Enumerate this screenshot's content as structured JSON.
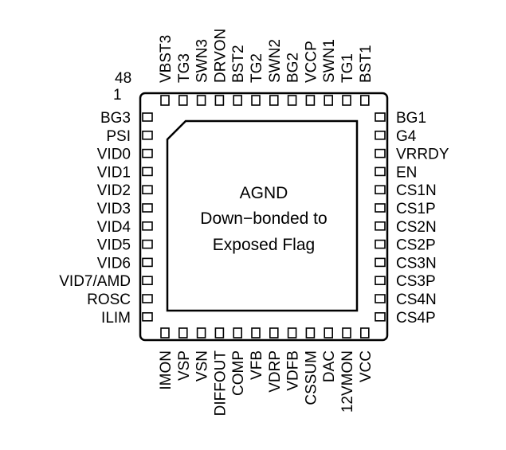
{
  "corner_labels": {
    "pin48": "48",
    "pin1": "1"
  },
  "center_text": {
    "line1": "AGND",
    "line2": "Down−bonded to",
    "line3": "Exposed Flag"
  },
  "pins": {
    "left": [
      "BG3",
      "PSI",
      "VID0",
      "VID1",
      "VID2",
      "VID3",
      "VID4",
      "VID5",
      "VID6",
      "VID7/AMD",
      "ROSC",
      "ILIM"
    ],
    "right": [
      "BG1",
      "G4",
      "VRRDY",
      "EN",
      "CS1N",
      "CS1P",
      "CS2N",
      "CS2P",
      "CS3N",
      "CS3P",
      "CS4N",
      "CS4P"
    ],
    "top": [
      "VBST3",
      "TG3",
      "SWN3",
      "DRVON",
      "BST2",
      "TG2",
      "SWN2",
      "BG2",
      "VCCP",
      "SWN1",
      "TG1",
      "BST1"
    ],
    "bottom": [
      "IMON",
      "VSP",
      "VSN",
      "DIFFOUT",
      "COMP",
      "VFB",
      "VDRP",
      "VDFB",
      "CSSUM",
      "DAC",
      "12VMON",
      "VCC"
    ]
  }
}
